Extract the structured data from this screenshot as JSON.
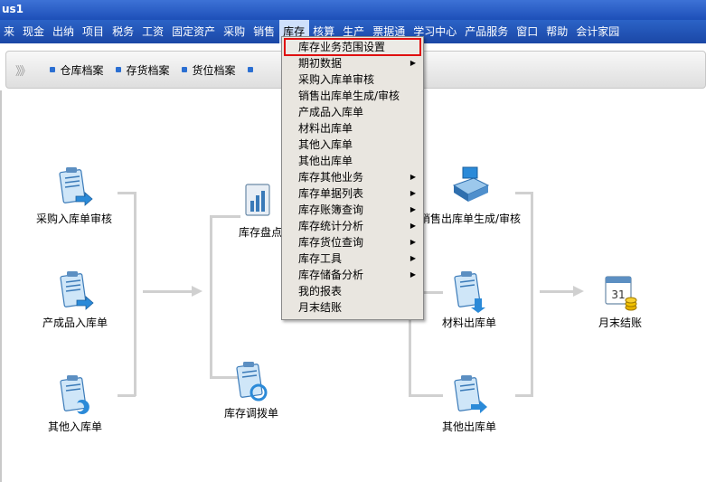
{
  "window": {
    "title": "us1"
  },
  "menu": [
    "来",
    "现金",
    "出纳",
    "项目",
    "税务",
    "工资",
    "固定资产",
    "采购",
    "销售",
    "库存",
    "核算",
    "生产",
    "票据通",
    "学习中心",
    "产品服务",
    "窗口",
    "帮助",
    "会计家园"
  ],
  "active_menu": "库存",
  "toolbar": {
    "grip": "》》",
    "items": [
      "仓库档案",
      "存货档案",
      "货位档案"
    ]
  },
  "nodes": {
    "purchase_in": "采购入库单审核",
    "product_in": "产成品入库单",
    "other_in": "其他入库单",
    "stock_count": "库存盘点",
    "transfer": "库存调拨单",
    "sales_out": "销售出库单生成/审核",
    "material_out": "材料出库单",
    "other_out": "其他出库单",
    "month_end": "月末结账"
  },
  "dropdown": [
    {
      "label": "库存业务范围设置",
      "submenu": false,
      "highlight": true
    },
    {
      "label": "期初数据",
      "submenu": true
    },
    {
      "label": "采购入库单审核",
      "submenu": false
    },
    {
      "label": "销售出库单生成/审核",
      "submenu": false
    },
    {
      "label": "产成品入库单",
      "submenu": false
    },
    {
      "label": "材料出库单",
      "submenu": false
    },
    {
      "label": "其他入库单",
      "submenu": false
    },
    {
      "label": "其他出库单",
      "submenu": false
    },
    {
      "label": "库存其他业务",
      "submenu": true
    },
    {
      "label": "库存单据列表",
      "submenu": true
    },
    {
      "label": "库存账簿查询",
      "submenu": true
    },
    {
      "label": "库存统计分析",
      "submenu": true
    },
    {
      "label": "库存货位查询",
      "submenu": true
    },
    {
      "label": "库存工具",
      "submenu": true
    },
    {
      "label": "库存储备分析",
      "submenu": true
    },
    {
      "label": "我的报表",
      "submenu": false
    },
    {
      "label": "月末结账",
      "submenu": false
    }
  ],
  "colors": {
    "titlebar": "#2b5fc4",
    "highlight_border": "#e01010",
    "menu_bg": "#e9e6e0"
  }
}
